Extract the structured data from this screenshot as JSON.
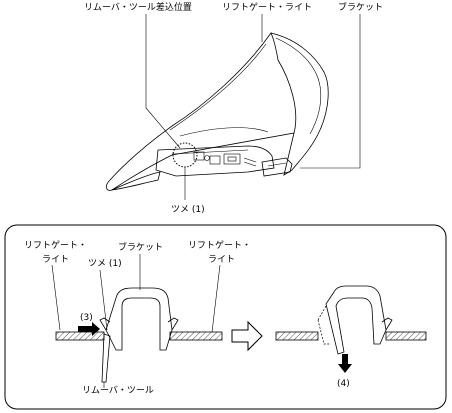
{
  "top": {
    "label_tool_position": "リムーバ・ツール差込位置",
    "label_lamp": "リフトゲート・ライト",
    "label_bracket": "ブラケット",
    "label_tab": "ツメ (1)"
  },
  "bottom": {
    "left_lamp_line1": "リフトゲート・",
    "left_lamp_line2": "ライト",
    "tab": "ツメ (1)",
    "bracket": "ブラケット",
    "right_lamp_line1": "リフトゲート・",
    "right_lamp_line2": "ライト",
    "step3": "(3)",
    "step4": "(4)",
    "tool": "リムーバ・ツール"
  }
}
